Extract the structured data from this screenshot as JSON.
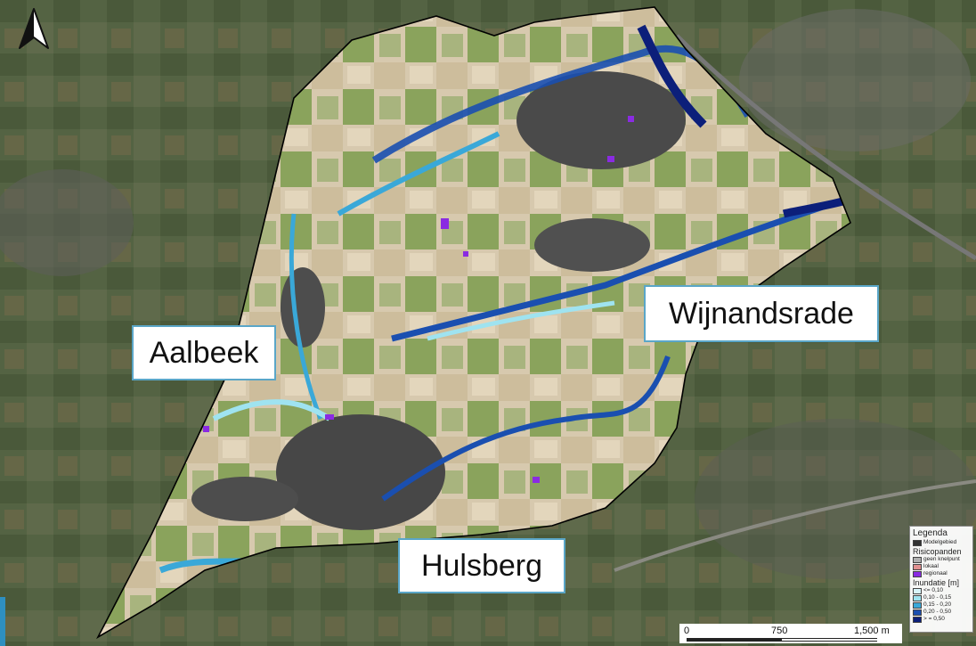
{
  "labels": {
    "aalbeek": "Aalbeek",
    "wijnandsrade": "Wijnandsrade",
    "hulsberg": "Hulsberg"
  },
  "legend": {
    "title": "Legenda",
    "model_area": "Modelgebied",
    "risk_title": "Risicopanden",
    "risk_items": [
      "geen knelpunt",
      "lokaal",
      "regionaal"
    ],
    "inundation_title": "Inundatie [m]",
    "inundation_items": [
      "<= 0,10",
      "0,10 - 0,15",
      "0,15 - 0,20",
      "0,20 - 0,50",
      "> = 0,50"
    ]
  },
  "scalebar": {
    "t0": "0",
    "t1": "750",
    "t2": "1,500 m"
  },
  "colors": {
    "water_light": "#9fe3f0",
    "water_mid": "#3aa8d8",
    "water_dark": "#1a4fb0",
    "water_darkest": "#0c1f7a",
    "risk_regional": "#8a2be2",
    "risk_local": "#e09090",
    "risk_none": "#b0b0b0",
    "model_outline": "#000000"
  }
}
